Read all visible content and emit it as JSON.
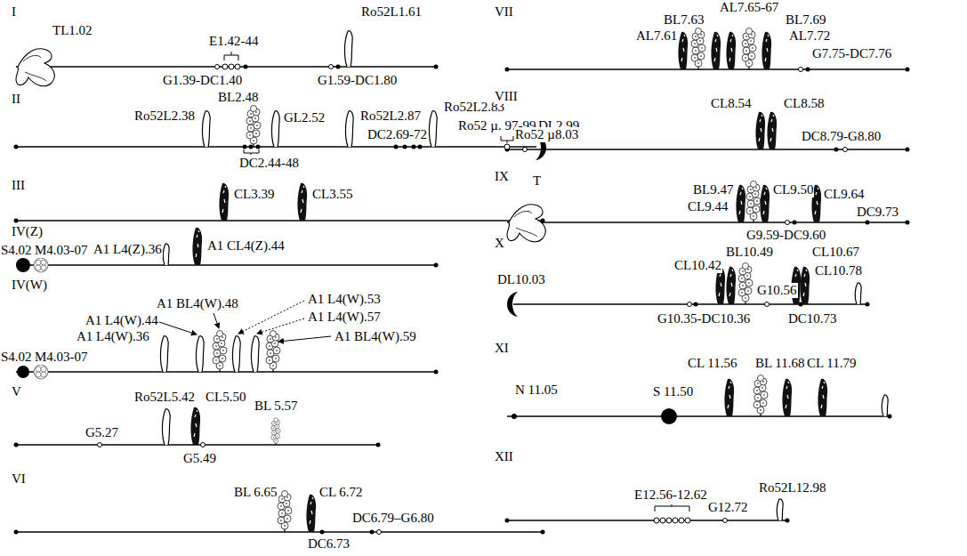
{
  "diagram": {
    "labels": [
      "I",
      "TL1.02",
      "E1.42-44",
      "Ro52L1.61",
      "G1.39-DC1.40",
      "G1.59-DC1.80",
      "II",
      "Ro52L2.38",
      "BL2.48",
      "GL2.52",
      "Ro52L2.87",
      "DC2.69-72",
      "Ro52L2.83",
      "Ro52 µ. 97-99",
      "DL2.99",
      "DC2.44-48",
      "III",
      "CL3.39",
      "CL3.55",
      "IV(Z)",
      "A1 L4(Z).36",
      "A1 CL4(Z).44",
      "S4.02",
      "M4.03-07",
      "IV(W)",
      "A1 BL4(W).48",
      "A1 L4(W).53",
      "A1 L4(W).44",
      "A1 L4(W).57",
      "A1 L4(W).36",
      "A1 BL4(W).59",
      "S4.02",
      "M4.03-07",
      "V",
      "Ro52L5.42",
      "CL5.50",
      "BL 5.57",
      "G5.27",
      "G5.49",
      "VI",
      "BL 6.65",
      "CL 6.72",
      "DC6.79–G6.80",
      "DC6.73",
      "VII",
      "AL7.65-67",
      "BL7.63",
      "BL7.69",
      "AL7.61",
      "AL7.72",
      "G7.75-DC7.76",
      "VIII",
      "CL8.54",
      "CL8.58",
      "Ro52 µ8.03",
      "DC8.79-G8.80",
      "IX",
      "T",
      "BL9.47",
      "CL9.44",
      "CL9.50",
      "CL9.64",
      "G9.59-DC9.60",
      "DC9.73",
      "X",
      "DL10.03",
      "CL10.42",
      "BL10.49",
      "CL10.67",
      "CL10.78",
      "G10.56",
      "G10.35-DC10.36",
      "DC10.73",
      "XI",
      "CL 11.56",
      "BL 11.68",
      "CL 11.79",
      "N 11.05",
      "S 11.50",
      "XII",
      "E12.56-12.62",
      "G12.72",
      "Ro52L12.98"
    ]
  }
}
